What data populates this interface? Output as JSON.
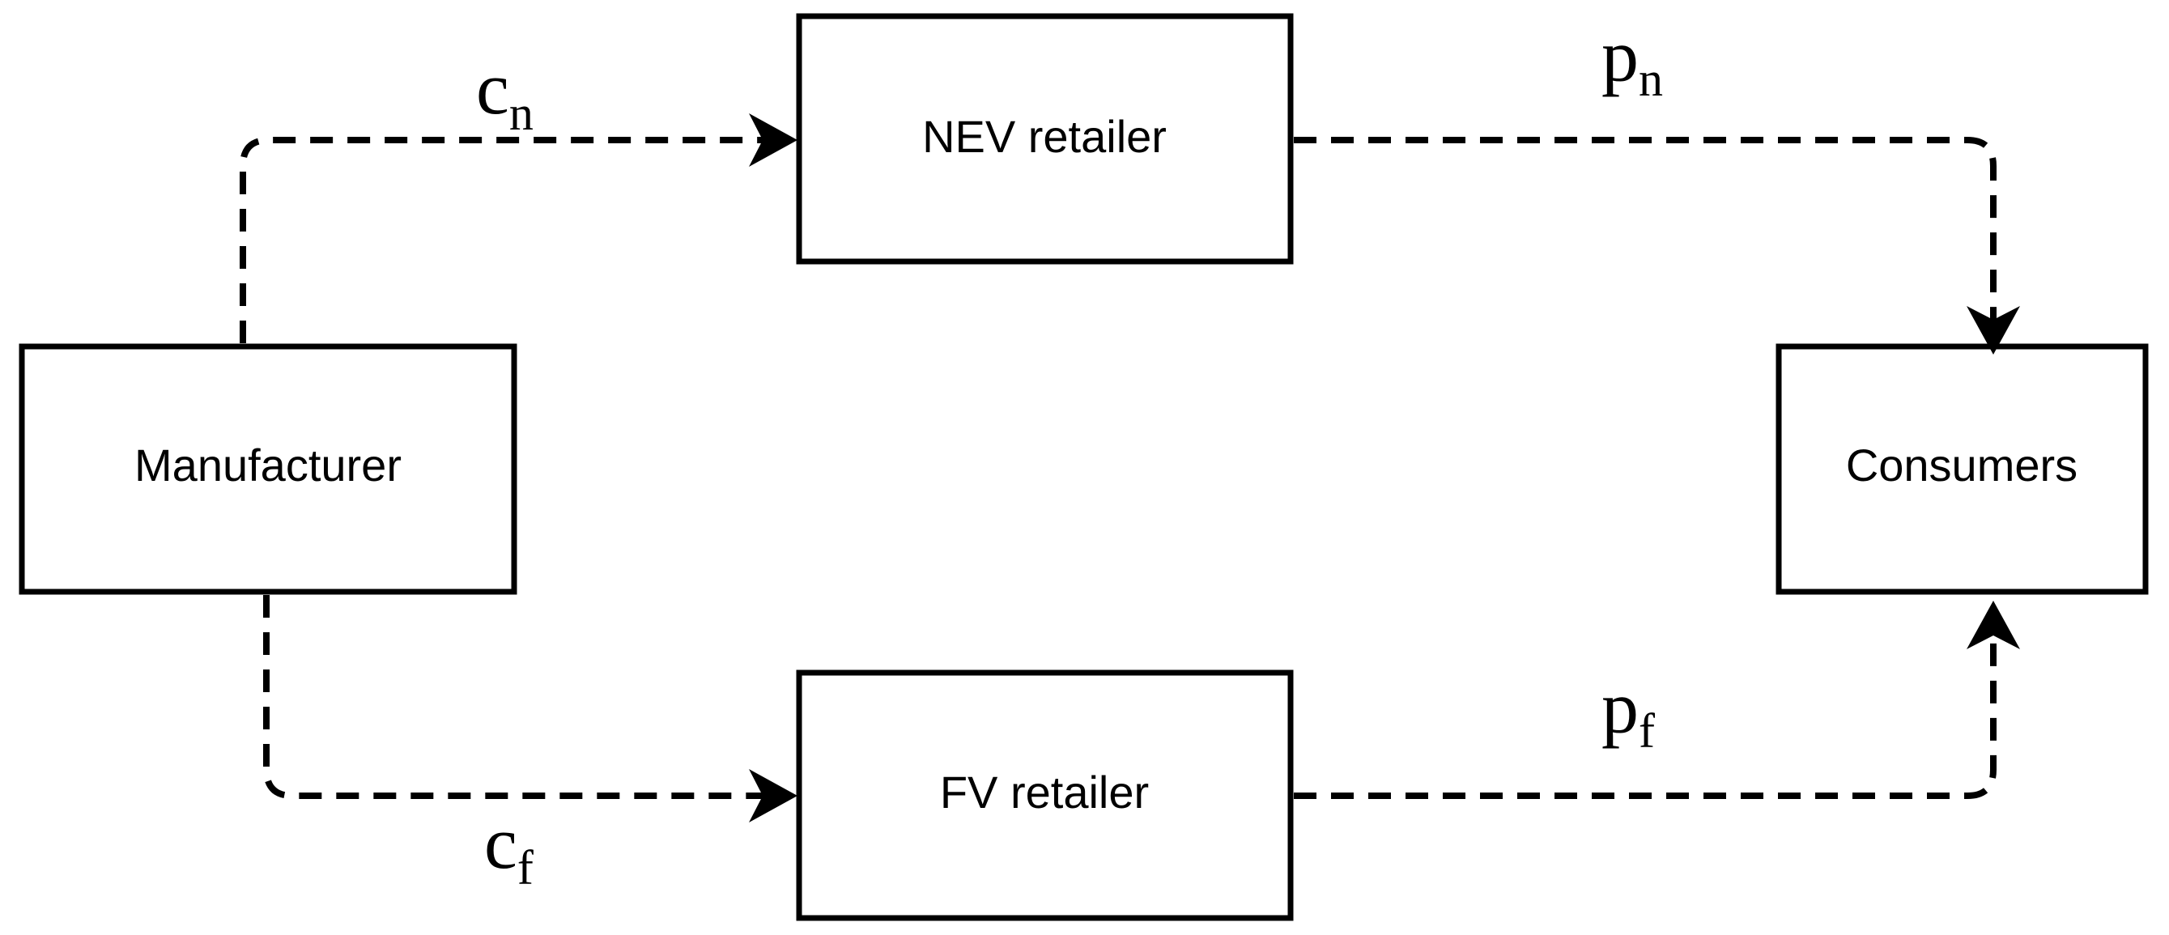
{
  "nodes": {
    "manufacturer": {
      "label": "Manufacturer"
    },
    "nev_retailer": {
      "label": "NEV retailer"
    },
    "fv_retailer": {
      "label": "FV retailer"
    },
    "consumers": {
      "label": "Consumers"
    }
  },
  "edges": {
    "manufacturer_to_nev": {
      "symbol": "c",
      "subscript": "n"
    },
    "manufacturer_to_fv": {
      "symbol": "c",
      "subscript": "f"
    },
    "nev_to_consumers": {
      "symbol": "p",
      "subscript": "n"
    },
    "fv_to_consumers": {
      "symbol": "p",
      "subscript": "f"
    }
  },
  "colors": {
    "stroke": "#000000",
    "background": "#ffffff"
  }
}
